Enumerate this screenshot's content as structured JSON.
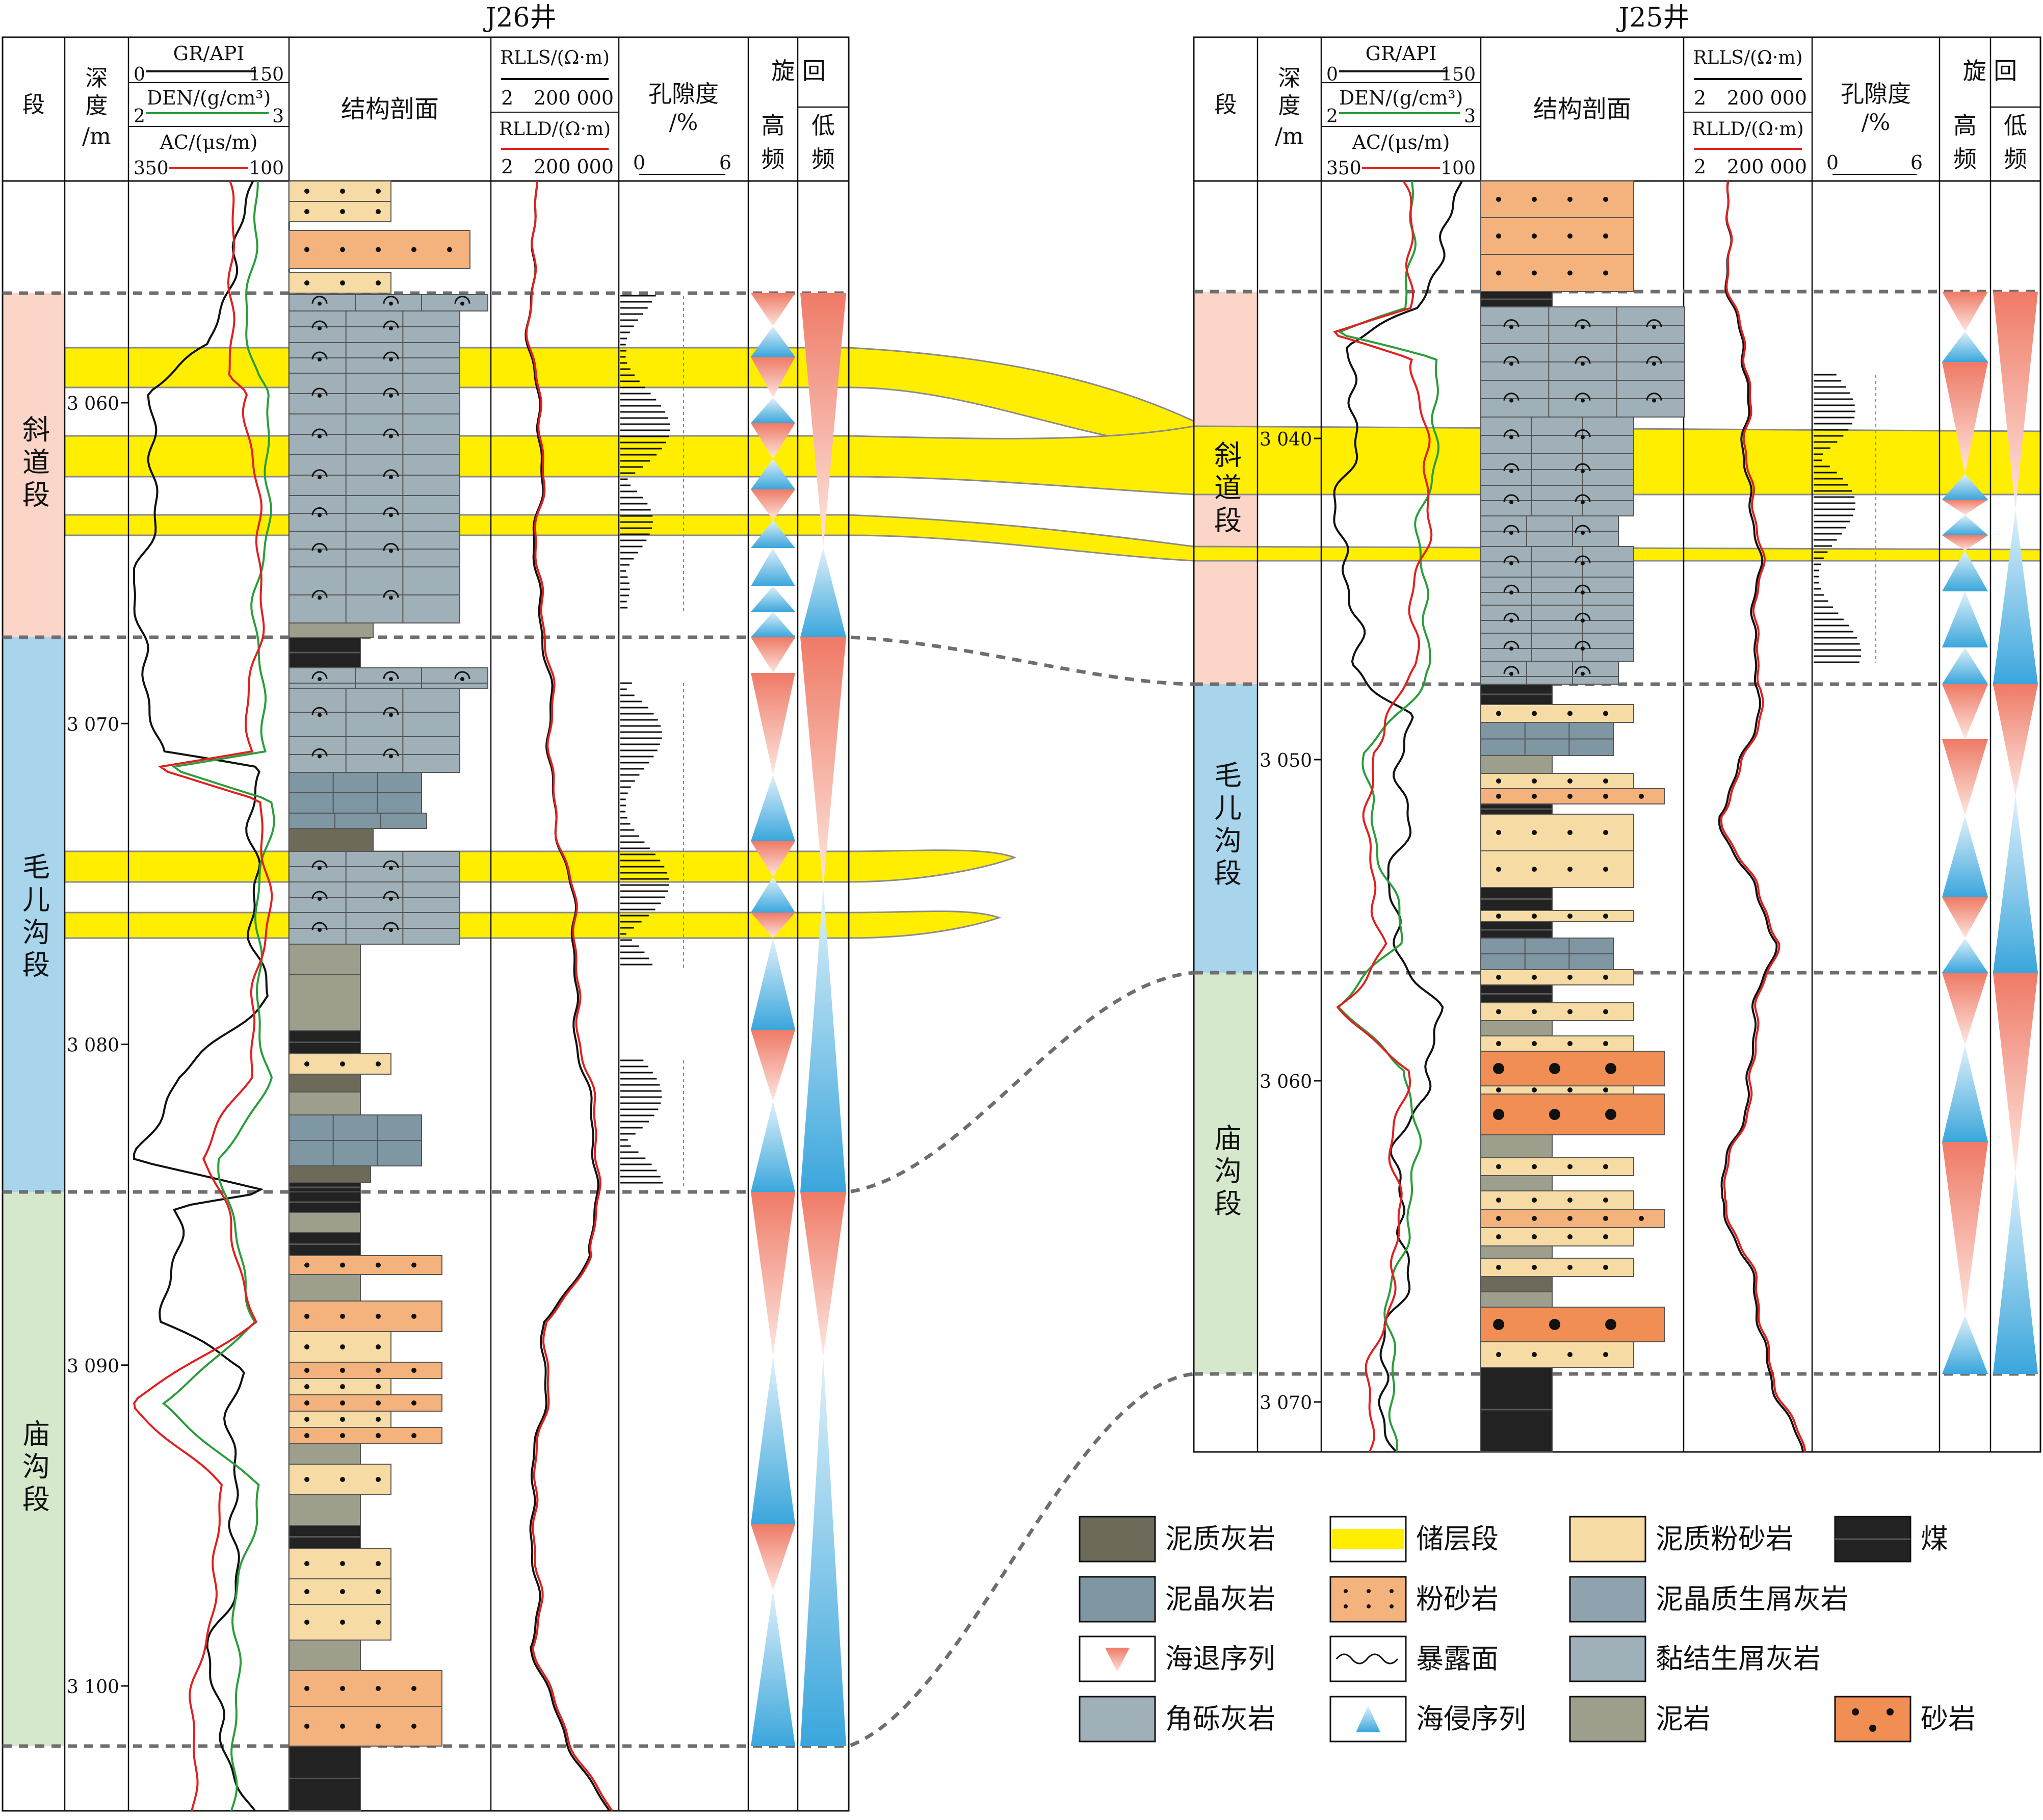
{
  "wells": [
    {
      "name": "J26井",
      "depth_ticks": [
        "3 060",
        "3 070",
        "3 080",
        "3 090",
        "3 100"
      ]
    },
    {
      "name": "J25井",
      "depth_ticks": [
        "3 040",
        "3 050",
        "3 060",
        "3 070"
      ]
    }
  ],
  "headers": {
    "seg": "段",
    "depth1": "深",
    "depth2": "度",
    "depth3": "/m",
    "gr": "GR/API",
    "gr_min": "0",
    "gr_max": "150",
    "den": "DEN/(g/cm³)",
    "den_min": "2",
    "den_max": "3",
    "ac": "AC/(μs/m)",
    "ac_min": "350",
    "ac_max": "100",
    "struct": "结构剖面",
    "rlls": "RLLS/(Ω·m)",
    "rlld": "RLLD/(Ω·m)",
    "r_min": "2",
    "r_max": "200 000",
    "por1": "孔隙度",
    "por2": "/%",
    "por_min": "0",
    "por_max": "6",
    "cyc": "旋 回",
    "high1": "高",
    "high2": "频",
    "low1": "低",
    "low2": "频"
  },
  "segments": {
    "xiedao": "斜道段",
    "maoergou": "毛儿沟段",
    "miaogou": "庙沟段"
  },
  "legend": [
    {
      "name": "泥质灰岩",
      "color": "#6e6a5a"
    },
    {
      "name": "储层段",
      "color": "#ffee00"
    },
    {
      "name": "泥质粉砂岩",
      "color": "#f6dca4"
    },
    {
      "name": "煤",
      "color": "#222222"
    },
    {
      "name": "泥晶灰岩",
      "color": "#7f96a3"
    },
    {
      "name": "粉砂岩",
      "color": "#f4b27c"
    },
    {
      "name": "泥晶质生屑灰岩",
      "color": "#8ea3ad"
    },
    {
      "name": "海退序列",
      "color": "#ef8a78"
    },
    {
      "name": "暴露面",
      "color": "#ffffff"
    },
    {
      "name": "黏结生屑灰岩",
      "color": "#9fb0b8"
    },
    {
      "name": "角砾灰岩",
      "color": "#9fb0b8"
    },
    {
      "name": "海侵序列",
      "color": "#3aa0d8"
    },
    {
      "name": "泥岩",
      "color": "#9e9e8c"
    },
    {
      "name": "砂岩",
      "color": "#f08e54"
    }
  ],
  "colors": {
    "gr": "#111111",
    "den": "#2a9d3a",
    "ac": "#e02020",
    "xiedao_fill": "#fbd5c8",
    "maoergou_fill": "#a8d4ec",
    "miaogou_fill": "#d5e8cc",
    "reservoir": "#ffee00"
  }
}
